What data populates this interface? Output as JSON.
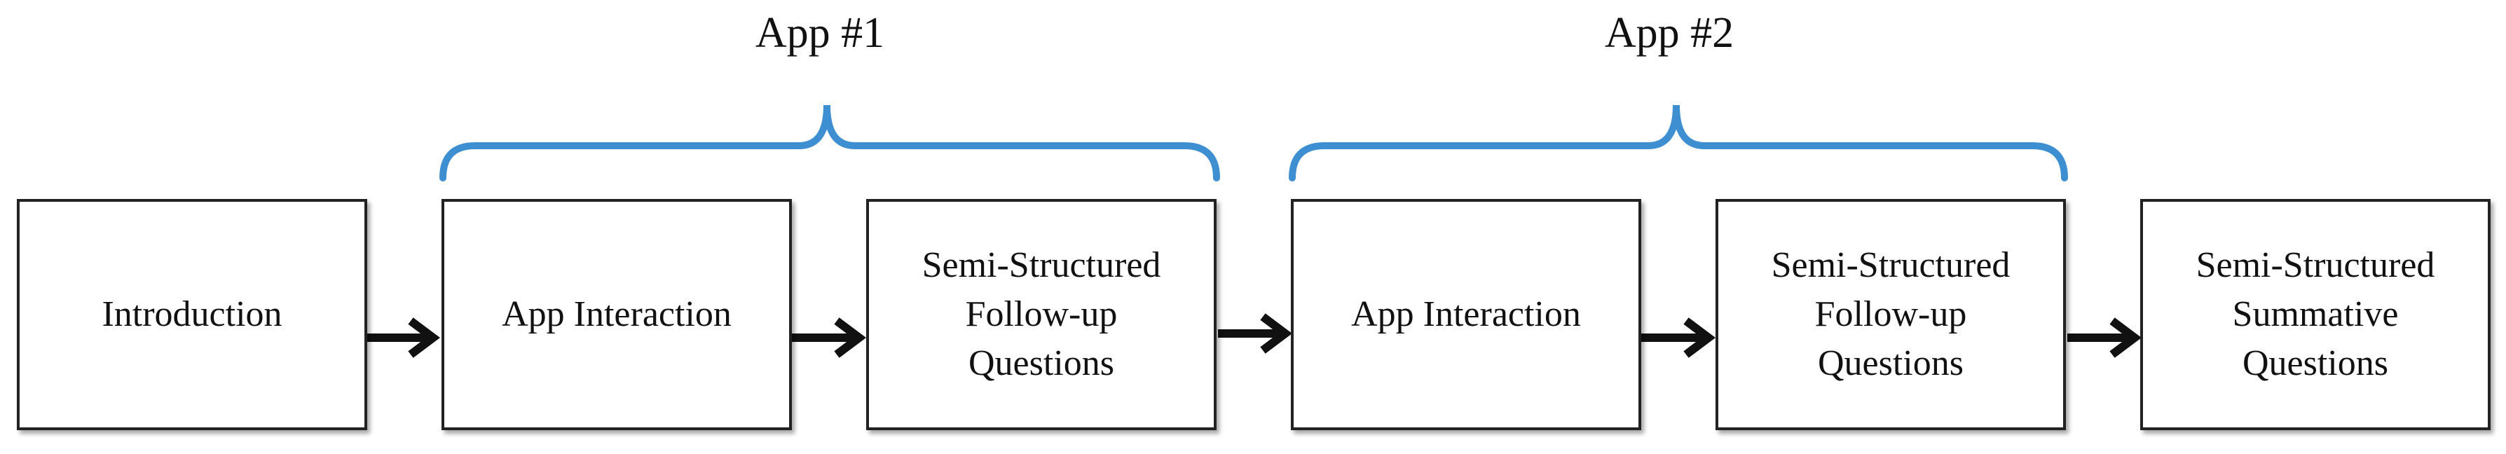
{
  "colors": {
    "bracket": "#3d8fd1",
    "box_border": "#222222",
    "arrow": "#111111"
  },
  "groups": [
    {
      "label": "App #1"
    },
    {
      "label": "App #2"
    }
  ],
  "steps": [
    {
      "label": "Introduction"
    },
    {
      "label": "App Interaction"
    },
    {
      "label": "Semi-Structured\nFollow-up\nQuestions"
    },
    {
      "label": "App Interaction"
    },
    {
      "label": "Semi-Structured\nFollow-up\nQuestions"
    },
    {
      "label": "Semi-Structured\nSummative\nQuestions"
    }
  ]
}
